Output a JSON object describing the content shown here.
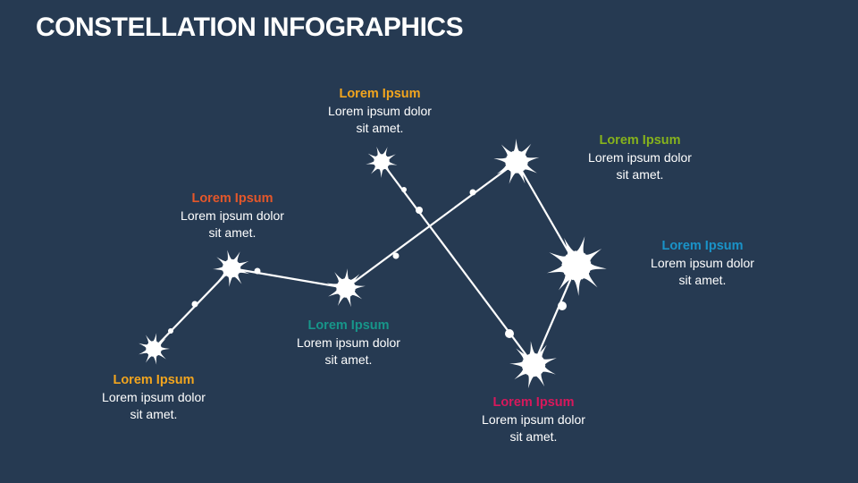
{
  "title": "CONSTELLATION INFOGRAPHICS",
  "items": [
    {
      "heading": "Lorem Ipsum",
      "body": "Lorem ipsum dolor sit amet.",
      "color": "#F2A51E"
    },
    {
      "heading": "Lorem Ipsum",
      "body": "Lorem ipsum dolor sit amet.",
      "color": "#E5572A"
    },
    {
      "heading": "Lorem Ipsum",
      "body": "Lorem ipsum dolor sit amet.",
      "color": "#17968A"
    },
    {
      "heading": "Lorem Ipsum",
      "body": "Lorem ipsum dolor sit amet.",
      "color": "#F2A51E"
    },
    {
      "heading": "Lorem Ipsum",
      "body": "Lorem ipsum dolor sit amet.",
      "color": "#86B21C"
    },
    {
      "heading": "Lorem Ipsum",
      "body": "Lorem ipsum dolor sit amet.",
      "color": "#1A93C8"
    },
    {
      "heading": "Lorem Ipsum",
      "body": "Lorem ipsum dolor sit amet.",
      "color": "#D8185C"
    }
  ]
}
